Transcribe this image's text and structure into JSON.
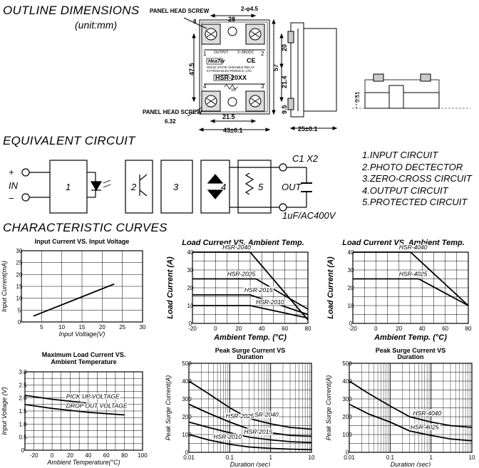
{
  "sections": {
    "outline_title": "OUTLINE DIMENSIONS",
    "outline_unit": "(unit:mm)",
    "equiv_title": "EQUIVALENT  CIRCUIT",
    "curves_title": "CHARACTERISTIC  CURVES"
  },
  "outline": {
    "screw_top": "PANEL HEAD SCREW",
    "screw_bottom": "PANEL HEAD SCREW",
    "hole": "2-φ4.5",
    "d28": "28",
    "d47_5": "47.5",
    "d57": "57",
    "d20": "20",
    "d21_4": "21.4",
    "d9_5": "9.5",
    "d21_5": "21.5",
    "d43": "43±0.1",
    "d25": "25±0.1",
    "d6_32": "6.32",
    "d3_51": "3.51",
    "pin8": "8",
    "pin1": "1",
    "pin2": "2",
    "pin3": "3",
    "pin4": "4",
    "output_lbl": "OUTPUT",
    "input_lbl": "3~28V/DC",
    "logo": "HeaTer",
    "ce": "CE",
    "line1": "SOLID STATE VARIABLE RELAY",
    "line2": "KYTRON ELECTRONICS, LTD.",
    "model": "HSR-20XX",
    "vr": "VR"
  },
  "circuit": {
    "plus": "+",
    "in": "IN",
    "minus": "−",
    "b1": "1",
    "b2": "2",
    "b3": "3",
    "b4": "4",
    "b5": "5",
    "out": "OUT",
    "c1": "C1 X2",
    "cap": "1uF/AC400V",
    "legend": [
      "1.INPUT  CIRCUIT",
      "2.PHOTO  DECTECTOR",
      "3.ZERO-CROSS CIRCUIT",
      "4.OUTPUT  CIRCUIT",
      "5.PROTECTED  CIRCUIT"
    ]
  },
  "chart_data": [
    {
      "type": "line",
      "title": "Input Current VS. Input Voltage",
      "xlabel": "Input  Voltage(V)",
      "ylabel": "Input Current(mA)",
      "xlim": [
        0,
        30
      ],
      "ylim": [
        0,
        30
      ],
      "xticks": [
        "5",
        "10",
        "15",
        "20",
        "25",
        "30"
      ],
      "yticks": [
        "0",
        "5",
        "10",
        "15",
        "20",
        "25",
        "30"
      ],
      "grid": true,
      "series": [
        {
          "x": [
            3,
            23
          ],
          "y": [
            2.5,
            16
          ]
        }
      ]
    },
    {
      "type": "line",
      "title": "Load Current VS.  Ambient Temp.",
      "xlabel": "Ambient  Temp. (°C)",
      "ylabel": "Load Current (A)",
      "xlim": [
        -20,
        80
      ],
      "ylim": [
        0,
        40
      ],
      "xticks": [
        "-20",
        "0",
        "20",
        "40",
        "60",
        "80"
      ],
      "yticks": [
        "0",
        "10",
        "20",
        "30",
        "40"
      ],
      "grid": true,
      "series": [
        {
          "name": "HSR-2040",
          "x": [
            -20,
            30,
            80
          ],
          "y": [
            40,
            40,
            2
          ]
        },
        {
          "name": "HSR-2025",
          "x": [
            -20,
            35,
            80
          ],
          "y": [
            25,
            25,
            8
          ]
        },
        {
          "name": "HSR-2015",
          "x": [
            -20,
            30,
            80
          ],
          "y": [
            16,
            16,
            5
          ]
        },
        {
          "name": "HSR-2010",
          "x": [
            -20,
            30,
            80
          ],
          "y": [
            10,
            10,
            3
          ]
        }
      ]
    },
    {
      "type": "line",
      "title": "Load Current VS.  Ambient Temp.",
      "xlabel": "Ambient  Temp. (°C)",
      "ylabel": "Load Current (A)",
      "xlim": [
        -20,
        80
      ],
      "ylim": [
        0,
        40
      ],
      "xticks": [
        "-20",
        "0",
        "20",
        "40",
        "60",
        "80"
      ],
      "yticks": [
        "0",
        "10",
        "20",
        "30",
        "40"
      ],
      "grid": true,
      "series": [
        {
          "name": "HSR-4040",
          "x": [
            -20,
            30,
            80
          ],
          "y": [
            40,
            40,
            10
          ]
        },
        {
          "name": "HSR-4025",
          "x": [
            -20,
            37,
            80
          ],
          "y": [
            25,
            25,
            10
          ]
        }
      ]
    },
    {
      "type": "line",
      "title": "Maximum Load Current VS. Ambient  Temperature",
      "xlabel": "Ambient Temperature(°C)",
      "ylabel": "Input Voltage (V)",
      "xlim": [
        -30,
        100
      ],
      "ylim": [
        0,
        3.0
      ],
      "xticks": [
        "-20",
        "0",
        "20",
        "40",
        "60",
        "80",
        "100"
      ],
      "yticks": [
        "0",
        "0.5",
        "1.0",
        "1.5",
        "2.0",
        "2.5",
        "3.0"
      ],
      "grid": true,
      "series": [
        {
          "name": "PICK UP VOLTAGE",
          "x": [
            -30,
            0,
            40,
            80
          ],
          "y": [
            2.1,
            1.95,
            1.8,
            1.72
          ]
        },
        {
          "name": "DROP OUT VOLTAGE",
          "x": [
            -30,
            0,
            40,
            80
          ],
          "y": [
            1.75,
            1.6,
            1.45,
            1.35
          ]
        }
      ]
    },
    {
      "type": "line",
      "title": "Peak Surge Current VS Duration",
      "xlabel": "Duration (sec)",
      "ylabel": "Peak Surge Current(A)",
      "xscale": "log",
      "xlim": [
        0.01,
        10
      ],
      "ylim": [
        0,
        500
      ],
      "xticks": [
        "0.01",
        "0.1",
        "1",
        "10"
      ],
      "yticks": [
        "0",
        "100",
        "200",
        "300",
        "400",
        "500"
      ],
      "grid": true,
      "series": [
        {
          "name": "HSR-2040",
          "x": [
            0.01,
            0.03,
            0.1,
            0.3,
            1,
            3,
            10
          ],
          "y": [
            400,
            330,
            250,
            190,
            160,
            140,
            130
          ]
        },
        {
          "name": "HSR-2025",
          "x": [
            0.01,
            0.03,
            0.1,
            0.3,
            1,
            3,
            10
          ],
          "y": [
            270,
            220,
            170,
            130,
            110,
            95,
            90
          ]
        },
        {
          "name": "HSR-2015",
          "x": [
            0.01,
            0.03,
            0.1,
            0.3,
            1,
            3,
            10
          ],
          "y": [
            170,
            140,
            110,
            85,
            70,
            60,
            55
          ]
        },
        {
          "name": "HSR-2010",
          "x": [
            0.01,
            0.03,
            0.1,
            0.3,
            1,
            3,
            10
          ],
          "y": [
            100,
            70,
            45,
            30,
            22,
            18,
            15
          ]
        }
      ]
    },
    {
      "type": "line",
      "title": "Peak Surge Current VS Duration",
      "xlabel": "Duration (sec)",
      "ylabel": "Peak Surge Current(A)",
      "xscale": "log",
      "xlim": [
        0.01,
        10
      ],
      "ylim": [
        0,
        500
      ],
      "xticks": [
        "0.01",
        "0.1",
        "1",
        "10"
      ],
      "yticks": [
        "0",
        "100",
        "200",
        "300",
        "400",
        "500"
      ],
      "grid": true,
      "series": [
        {
          "name": "HSR-4040",
          "x": [
            0.01,
            0.03,
            0.1,
            0.3,
            1,
            3,
            10
          ],
          "y": [
            400,
            330,
            260,
            200,
            170,
            150,
            140
          ]
        },
        {
          "name": "HSR-4025",
          "x": [
            0.01,
            0.03,
            0.1,
            0.3,
            1,
            3,
            10
          ],
          "y": [
            270,
            215,
            170,
            120,
            95,
            75,
            65
          ]
        }
      ]
    }
  ]
}
